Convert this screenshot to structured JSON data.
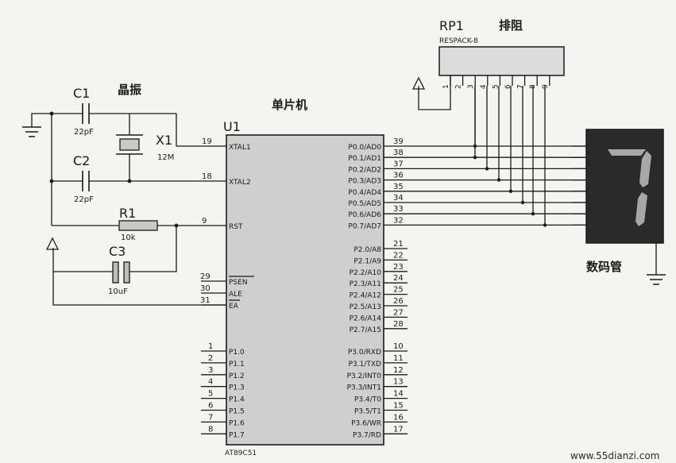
{
  "mcu": {
    "ref": "U1",
    "title_cn": "单片机",
    "part": "AT89C51",
    "left_pins": [
      {
        "num": "19",
        "name": "XTAL1"
      },
      {
        "num": "18",
        "name": "XTAL2"
      },
      {
        "num": "9",
        "name": "RST"
      },
      {
        "num": "29",
        "name": "PSEN"
      },
      {
        "num": "30",
        "name": "ALE"
      },
      {
        "num": "31",
        "name": "EA"
      }
    ],
    "p1_pins": [
      {
        "num": "1",
        "name": "P1.0"
      },
      {
        "num": "2",
        "name": "P1.1"
      },
      {
        "num": "3",
        "name": "P1.2"
      },
      {
        "num": "4",
        "name": "P1.3"
      },
      {
        "num": "5",
        "name": "P1.4"
      },
      {
        "num": "6",
        "name": "P1.5"
      },
      {
        "num": "7",
        "name": "P1.6"
      },
      {
        "num": "8",
        "name": "P1.7"
      }
    ],
    "p0_pins": [
      {
        "num": "39",
        "name": "P0.0/AD0"
      },
      {
        "num": "38",
        "name": "P0.1/AD1"
      },
      {
        "num": "37",
        "name": "P0.2/AD2"
      },
      {
        "num": "36",
        "name": "P0.3/AD3"
      },
      {
        "num": "35",
        "name": "P0.4/AD4"
      },
      {
        "num": "34",
        "name": "P0.5/AD5"
      },
      {
        "num": "33",
        "name": "P0.6/AD6"
      },
      {
        "num": "32",
        "name": "P0.7/AD7"
      }
    ],
    "p2_pins": [
      {
        "num": "21",
        "name": "P2.0/A8"
      },
      {
        "num": "22",
        "name": "P2.1/A9"
      },
      {
        "num": "23",
        "name": "P2.2/A10"
      },
      {
        "num": "24",
        "name": "P2.3/A11"
      },
      {
        "num": "25",
        "name": "P2.4/A12"
      },
      {
        "num": "26",
        "name": "P2.5/A13"
      },
      {
        "num": "27",
        "name": "P2.6/A14"
      },
      {
        "num": "28",
        "name": "P2.7/A15"
      }
    ],
    "p3_pins": [
      {
        "num": "10",
        "name": "P3.0/RXD"
      },
      {
        "num": "11",
        "name": "P3.1/TXD"
      },
      {
        "num": "12",
        "name": "P3.2/INT0"
      },
      {
        "num": "13",
        "name": "P3.3/INT1"
      },
      {
        "num": "14",
        "name": "P3.4/T0"
      },
      {
        "num": "15",
        "name": "P3.5/T1"
      },
      {
        "num": "16",
        "name": "P3.6/WR"
      },
      {
        "num": "17",
        "name": "P3.7/RD"
      }
    ]
  },
  "resistor_pack": {
    "ref": "RP1",
    "title_cn": "排阻",
    "part": "RESPACK-8",
    "pins": [
      "1",
      "2",
      "3",
      "4",
      "5",
      "6",
      "7",
      "8",
      "9"
    ]
  },
  "crystal": {
    "ref": "X1",
    "title_cn": "晶振",
    "value": "12M"
  },
  "capacitors": [
    {
      "ref": "C1",
      "value": "22pF"
    },
    {
      "ref": "C2",
      "value": "22pF"
    },
    {
      "ref": "C3",
      "value": "10uF"
    }
  ],
  "resistor": {
    "ref": "R1",
    "value": "10k"
  },
  "display": {
    "title_cn": "数码管",
    "digit": "7"
  },
  "watermark": "www.55dianzi.com"
}
